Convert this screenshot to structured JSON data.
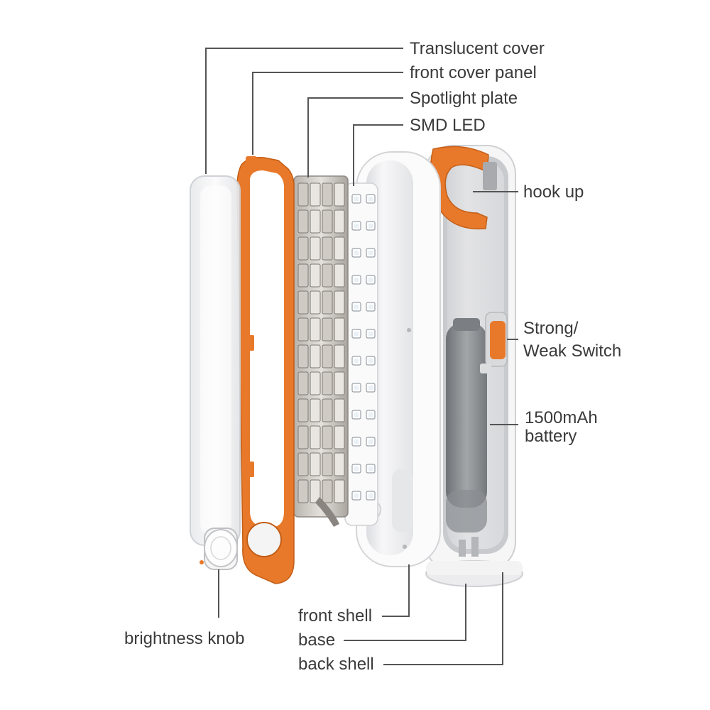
{
  "labels": {
    "translucent_cover": "Translucent cover",
    "front_cover_panel": "front cover panel",
    "spotlight_plate": "Spotlight plate",
    "smd_led": "SMD LED",
    "hook_up": "hook up",
    "switch_line1": "Strong/",
    "switch_line2": "Weak Switch",
    "battery_line1": "1500mAh",
    "battery_line2": "battery",
    "front_shell": "front shell",
    "base": "base",
    "back_shell": "back shell",
    "brightness_knob": "brightness knob"
  },
  "colors": {
    "accent": "#E8792A",
    "leader_line": "#555555",
    "text": "#3a3a3a",
    "shell": "#f4f4f4",
    "battery": "#8f9295"
  }
}
